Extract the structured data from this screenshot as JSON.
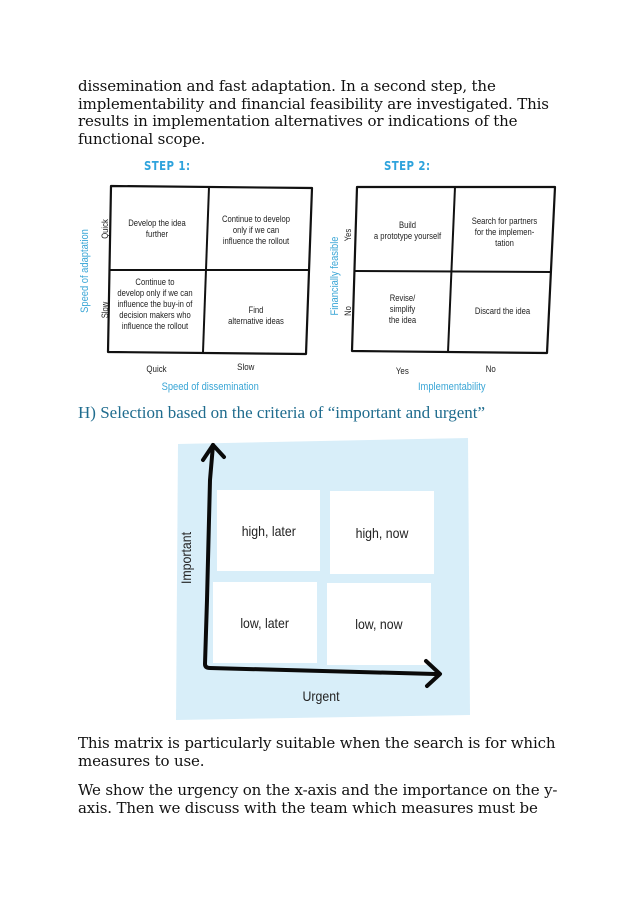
{
  "intro_paragraph": {
    "lines": [
      "dissemination and fast adaptation. In a second step, the",
      "implementability and financial feasibility are investigated. This",
      "results in implementation alternatives or indications of the",
      "functional scope."
    ]
  },
  "step1": {
    "title": "STEP 1:",
    "y_axis_label": "Speed of adaptation",
    "x_axis_label": "Speed of dissemination",
    "y_ticks": [
      "Quick",
      "Slow"
    ],
    "x_ticks": [
      "Quick",
      "Slow"
    ],
    "cells": {
      "top_left": [
        "Develop the idea",
        "further"
      ],
      "top_right": [
        "Continue to develop",
        "only if we can",
        "influence the rollout"
      ],
      "bottom_left": [
        "Continue to",
        "develop only if we can",
        "influence the buy-in of",
        "decision makers who",
        "influence the rollout"
      ],
      "bottom_right": [
        "Find",
        "alternative ideas"
      ]
    }
  },
  "step2": {
    "title": "STEP 2:",
    "y_axis_label": "Financially feasible",
    "x_axis_label": "Implementability",
    "y_ticks": [
      "Yes",
      "No"
    ],
    "x_ticks": [
      "Yes",
      "No"
    ],
    "cells": {
      "top_left": [
        "Build",
        "a prototype yourself"
      ],
      "top_right": [
        "Search for partners",
        "for the implemen-",
        "tation"
      ],
      "bottom_left": [
        "Revise/",
        "simplify",
        "the idea"
      ],
      "bottom_right": [
        "Discard the idea"
      ]
    }
  },
  "section_heading": "H) Selection based on the criteria of “important and urgent”",
  "matrix": {
    "y_axis_label": "Important",
    "x_axis_label": "Urgent",
    "cells": {
      "top_left": "high, later",
      "top_right": "high, now",
      "bottom_left": "low, later",
      "bottom_right": "low, now"
    },
    "background_color": "#d8eef9",
    "icons": {
      "y_axis": "arrow-up-icon",
      "x_axis": "arrow-right-icon"
    }
  },
  "paragraph_2": {
    "lines": [
      "This matrix is particularly suitable when the search is for which",
      "measures to use."
    ]
  },
  "paragraph_3": {
    "lines": [
      "We show the urgency on the x-axis and the importance on the y-",
      "axis. Then we discuss with the team which measures must be"
    ]
  },
  "colors": {
    "accent_blue": "#2ea3dc",
    "heading_teal": "#1f6c8e",
    "text": "#111111"
  }
}
